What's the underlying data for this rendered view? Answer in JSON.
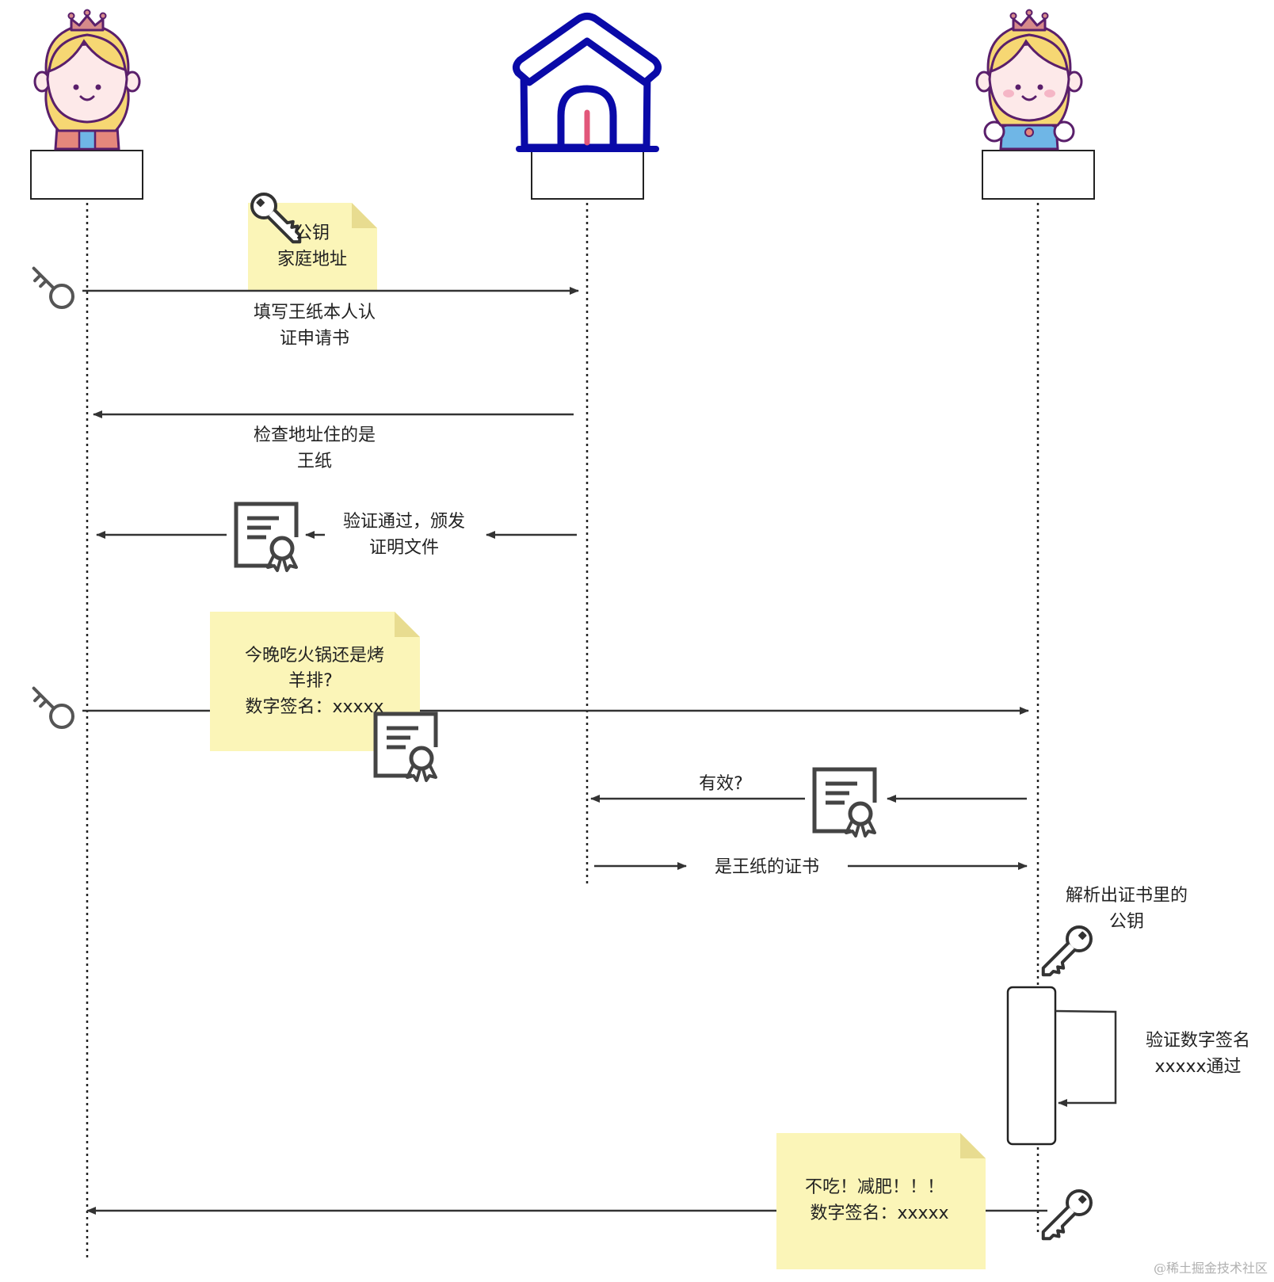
{
  "colors": {
    "line": "#333333",
    "house": "#0a0aa8",
    "house_door": "#e2577a",
    "note": "#fbf5b8",
    "note_fold": "#e8dc90",
    "key_outline": "#555555",
    "hair": "#f6d773",
    "skin": "#fde9e9",
    "outline": "#5a1f6b",
    "dress_left": "#e5877c",
    "dress_right": "#6fb6e6",
    "crown": "#d68a8a",
    "watermark": "#b0b0b0"
  },
  "icons": {
    "princess_left": "princess-icon",
    "house": "house-icon",
    "princess_right": "princess-icon",
    "key": "key-icon",
    "key_outline": "key-outline-icon",
    "certificate": "certificate-icon"
  },
  "notes": {
    "pubkey_line1": "公钥",
    "pubkey_line2": "家庭地址",
    "question_line1": "今晚吃火锅还是烤",
    "question_line2": "羊排?",
    "question_line3": "数字签名：xxxxx",
    "reply_line1": "不吃！减肥！！！",
    "reply_line2": "数字签名：xxxxx"
  },
  "messages": {
    "apply_line1": "填写王纸本人认",
    "apply_line2": "证申请书",
    "check_line1": "检查地址住的是",
    "check_line2": "王纸",
    "issue_line1": "验证通过，颁发",
    "issue_line2": "证明文件",
    "valid_q": "有效?",
    "is_cert": "是王纸的证书",
    "parse_line1": "解析出证书里的",
    "parse_line2": "公钥",
    "verify_line1": "验证数字签名",
    "verify_line2": "xxxxx通过"
  },
  "watermark": "@稀土掘金技术社区"
}
